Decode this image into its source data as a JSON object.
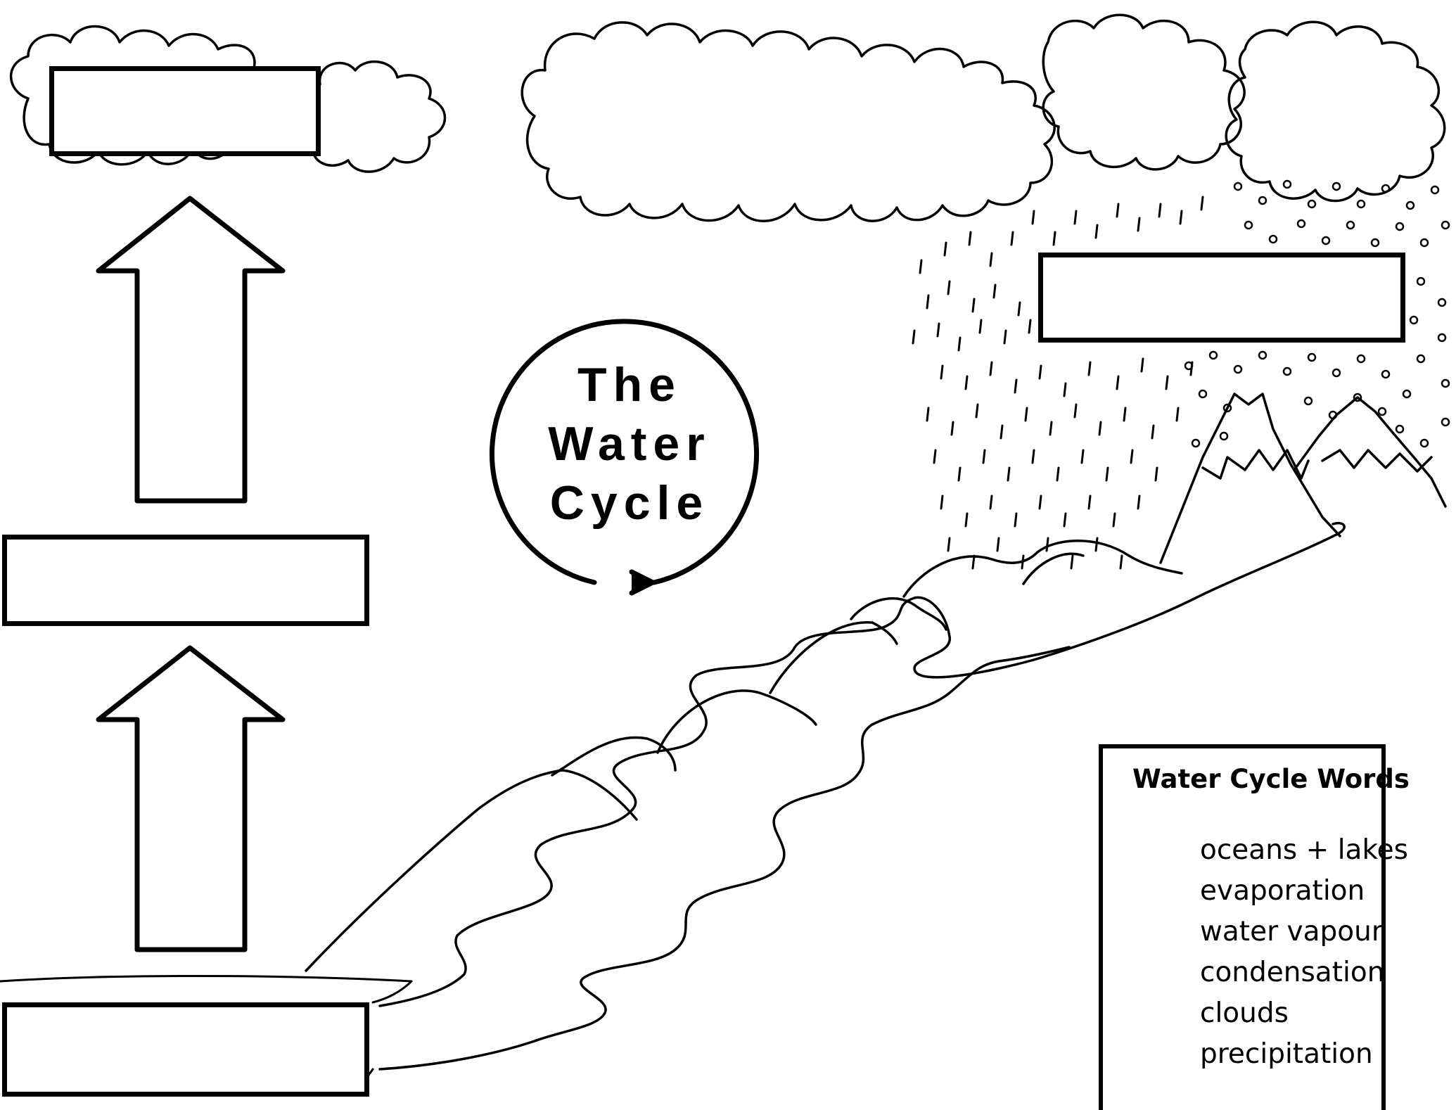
{
  "diagram": {
    "title_lines": [
      "The",
      "Water",
      "Cycle"
    ]
  },
  "word_bank": {
    "title": "Water Cycle Words",
    "words": [
      "oceans + lakes",
      "evaporation",
      "water vapour",
      "condensation",
      "clouds",
      "precipitation"
    ]
  },
  "colors": {
    "ink": "#000000",
    "paper": "#ffffff"
  },
  "icons": [
    "cloud-icon",
    "up-arrow-icon",
    "cycle-arrow-icon",
    "mountain-icon",
    "river-icon",
    "rain-icon",
    "snow-icon"
  ]
}
